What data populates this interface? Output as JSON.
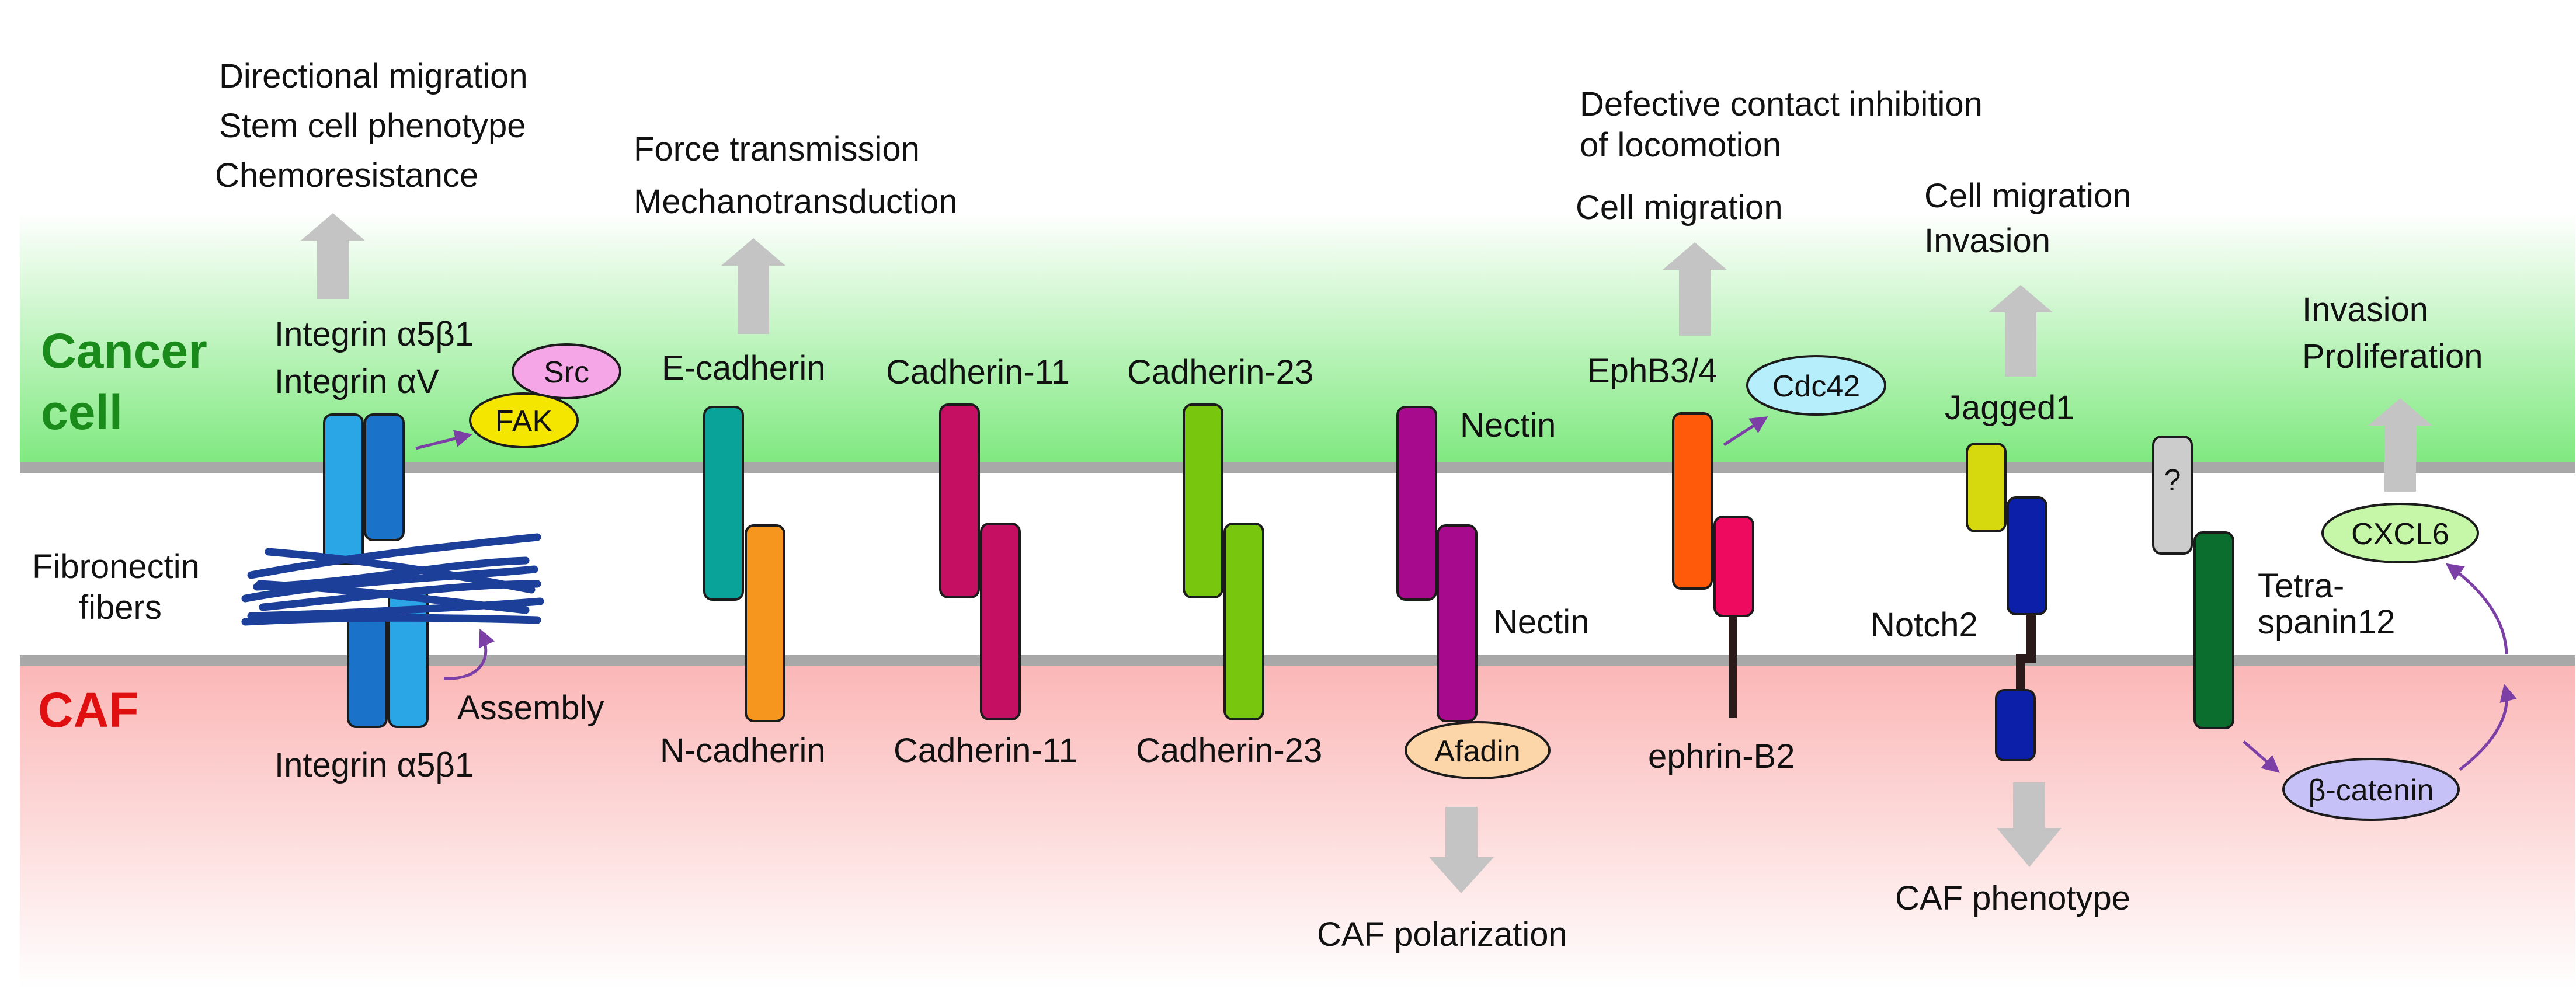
{
  "zones": {
    "cancer_cell": {
      "label_line1": "Cancer",
      "label_line2": "cell",
      "color": "#1a8a1a"
    },
    "caf": {
      "label": "CAF",
      "color": "#e01010"
    }
  },
  "colors": {
    "cancer_band": "#7ce87c",
    "caf_band": "#fbb6b6",
    "membrane": "#a8a8a8",
    "effect_arrow": "#c4c4c4",
    "signal_arrow": "#7b3fa6",
    "fiber": "#1c3f99"
  },
  "integrin": {
    "top_label_line1": "Integrin α5β1",
    "top_label_line2": "Integrin αV",
    "bottom_label": "Integrin α5β1",
    "src": "Src",
    "fak": "FAK",
    "fibronectin_line1": "Fibronectin",
    "fibronectin_line2": "fibers",
    "assembly": "Assembly",
    "effects": [
      "Directional migration",
      "Stem cell phenotype",
      "Chemoresistance"
    ],
    "colors": {
      "dark": "#1b72c9",
      "light": "#2aa6e6",
      "src": "#f4a6e6",
      "fak": "#f5e600"
    }
  },
  "ecad": {
    "top_label": "E-cadherin",
    "bottom_label": "N-cadherin",
    "effects": [
      "Force transmission",
      "Mechanotransduction"
    ],
    "colors": {
      "top": "#0aa39a",
      "bottom": "#f7961e"
    }
  },
  "cad11": {
    "top_label": "Cadherin-11",
    "bottom_label": "Cadherin-11",
    "color": "#c40f62"
  },
  "cad23": {
    "top_label": "Cadherin-23",
    "bottom_label": "Cadherin-23",
    "color": "#79c60f"
  },
  "nectin": {
    "top_label": "Nectin",
    "bottom_label": "Nectin",
    "afadin": "Afadin",
    "effect": "CAF polarization",
    "colors": {
      "molecule": "#a80a8e",
      "afadin": "#fcd5a8"
    }
  },
  "eph": {
    "top_label": "EphB3/4",
    "cdc42": "Cdc42",
    "bottom_label": "ephrin-B2",
    "effects": [
      "Defective contact inhibition",
      "of locomotion",
      "Cell migration"
    ],
    "colors": {
      "eph": "#ff5a0a",
      "ephrin": "#ee0a5e",
      "cdc42": "#b6eefc"
    }
  },
  "notch": {
    "jagged_label": "Jagged1",
    "notch_label": "Notch2",
    "effects_top": [
      "Cell migration",
      "Invasion"
    ],
    "effect_bottom": "CAF phenotype",
    "colors": {
      "jagged": "#d6d90e",
      "notch": "#0b1fa8"
    }
  },
  "tetraspanin": {
    "question": "?",
    "label_line1": "Tetra-",
    "label_line2": "spanin12",
    "cxcl6": "CXCL6",
    "beta_catenin": "β-catenin",
    "effects": [
      "Invasion",
      "Proliferation"
    ],
    "colors": {
      "unknown": "#cccccc",
      "tetra": "#0c6e2e",
      "cxcl6": "#c6f7a8",
      "beta": "#c6c2f7"
    }
  }
}
